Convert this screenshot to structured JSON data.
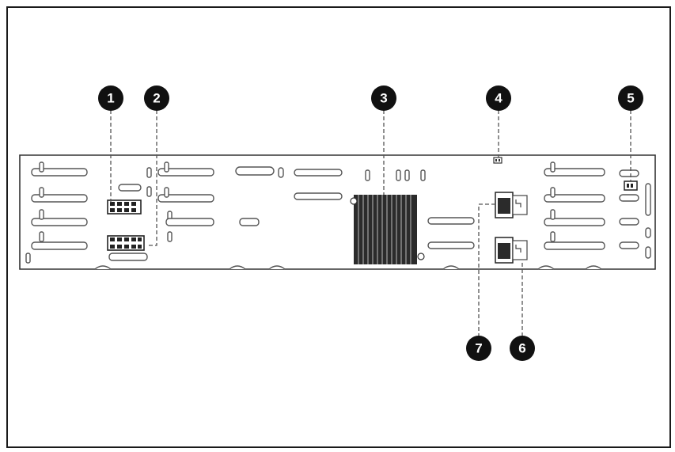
{
  "callouts": [
    {
      "id": "1",
      "label": "1"
    },
    {
      "id": "2",
      "label": "2"
    },
    {
      "id": "3",
      "label": "3"
    },
    {
      "id": "4",
      "label": "4"
    },
    {
      "id": "5",
      "label": "5"
    },
    {
      "id": "6",
      "label": "6"
    },
    {
      "id": "7",
      "label": "7"
    }
  ],
  "colors": {
    "line": "#555555",
    "callout": "#111111",
    "heatsink": "#2b2b2b"
  }
}
